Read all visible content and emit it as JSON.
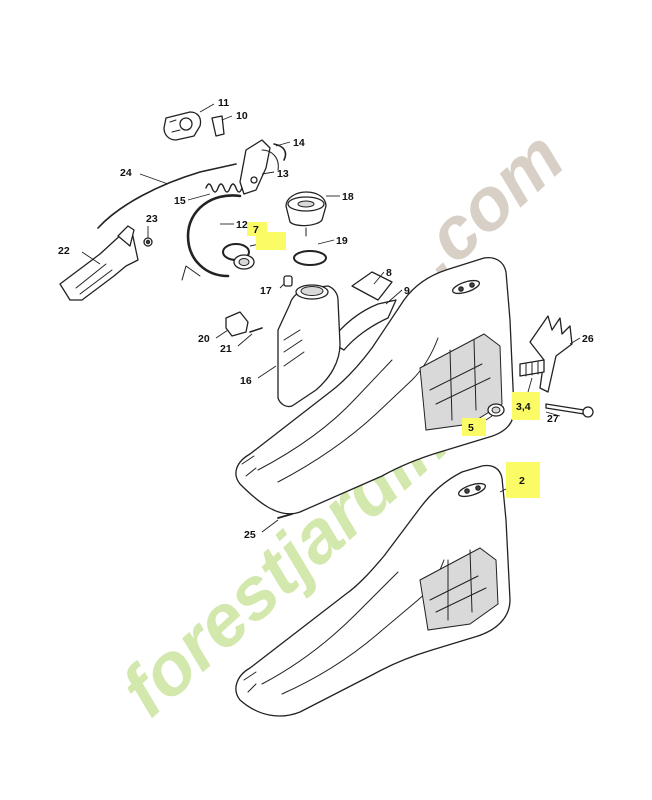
{
  "watermark": {
    "brand": "forestjardin",
    "suffix": ".com",
    "brand_color": "#cfe6a5",
    "suffix_color": "#d4ccc0"
  },
  "highlight_color": "#fbfb66",
  "labels": [
    {
      "id": "11",
      "text": "11",
      "highlighted": false
    },
    {
      "id": "10",
      "text": "10",
      "highlighted": false
    },
    {
      "id": "14",
      "text": "14",
      "highlighted": false
    },
    {
      "id": "13",
      "text": "13",
      "highlighted": false
    },
    {
      "id": "24",
      "text": "24",
      "highlighted": false
    },
    {
      "id": "15",
      "text": "15",
      "highlighted": false
    },
    {
      "id": "18",
      "text": "18",
      "highlighted": false
    },
    {
      "id": "23",
      "text": "23",
      "highlighted": false
    },
    {
      "id": "12",
      "text": "12",
      "highlighted": false
    },
    {
      "id": "7",
      "text": "7",
      "highlighted": true
    },
    {
      "id": "19",
      "text": "19",
      "highlighted": false
    },
    {
      "id": "22",
      "text": "22",
      "highlighted": false
    },
    {
      "id": "8",
      "text": "8",
      "highlighted": false
    },
    {
      "id": "17",
      "text": "17",
      "highlighted": false
    },
    {
      "id": "9",
      "text": "9",
      "highlighted": false
    },
    {
      "id": "20",
      "text": "20",
      "highlighted": false
    },
    {
      "id": "21",
      "text": "21",
      "highlighted": false
    },
    {
      "id": "16",
      "text": "16",
      "highlighted": false
    },
    {
      "id": "26",
      "text": "26",
      "highlighted": false
    },
    {
      "id": "3_4",
      "text": "3,4",
      "highlighted": true
    },
    {
      "id": "27",
      "text": "27",
      "highlighted": false
    },
    {
      "id": "5",
      "text": "5",
      "highlighted": true
    },
    {
      "id": "2",
      "text": "2",
      "highlighted": true
    },
    {
      "id": "25",
      "text": "25",
      "highlighted": false
    }
  ]
}
